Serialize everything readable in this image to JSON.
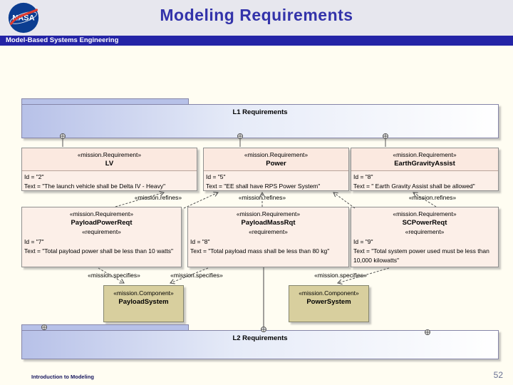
{
  "header": {
    "title": "Modeling Requirements",
    "banner": "Model-Based Systems Engineering",
    "logo_text": "NASA"
  },
  "diagram": {
    "l1": {
      "label": "L1 Requirements"
    },
    "l2": {
      "label": "L2 Requirements"
    },
    "refines_label": "«mission.refines»",
    "specifies_label": "«mission.specifies»",
    "requirements_top": [
      {
        "stereotype": "«mission.Requirement»",
        "name": "LV",
        "id": "Id = \"2\"",
        "text": "Text = \"The launch vehicle shall be Delta IV - Heavy\""
      },
      {
        "stereotype": "«mission.Requirement»",
        "name": "Power",
        "id": "Id = \"5\"",
        "text": "Text = \"EE shall have RPS Power System\""
      },
      {
        "stereotype": "«mission.Requirement»",
        "name": "EarthGravityAssist",
        "id": "Id = \"8\"",
        "text": "Text = \" Earth Gravity Assist shall be allowed\""
      }
    ],
    "requirements_bottom": [
      {
        "stereotype": "«mission.Requirement»",
        "name": "PayloadPowerReqt",
        "stereotype2": "«requirement»",
        "id": "Id = \"7\"",
        "text": "Text = \"Total payload power shall be less than 10 watts\""
      },
      {
        "stereotype": "«mission.Requirement»",
        "name": "PayloadMassRqt",
        "stereotype2": "«requirement»",
        "id": "Id = \"8\"",
        "text": "Text = \"Total payload mass shall be less than 80 kg\""
      },
      {
        "stereotype": "«mission.Requirement»",
        "name": "SCPowerReqt",
        "stereotype2": "«requirement»",
        "id": "Id = \"9\"",
        "text": "Text = \"Total system power used must be less than 10,000 kilowatts\""
      }
    ],
    "components": [
      {
        "stereotype": "«mission.Component»",
        "name": "PayloadSystem"
      },
      {
        "stereotype": "«mission.Component»",
        "name": "PowerSystem"
      }
    ]
  },
  "footer": {
    "left": "Introduction to Modeling",
    "page": "52"
  },
  "colors": {
    "title_blue": "#3333aa",
    "banner_blue": "#2424a6",
    "slide_bg": "#fffdf2",
    "package_fill": "#b7c1e8",
    "requirement_fill": "#fcefe8",
    "component_fill": "#d8cf9e",
    "nasa_blue": "#0b3d91",
    "nasa_red": "#e03c31"
  }
}
